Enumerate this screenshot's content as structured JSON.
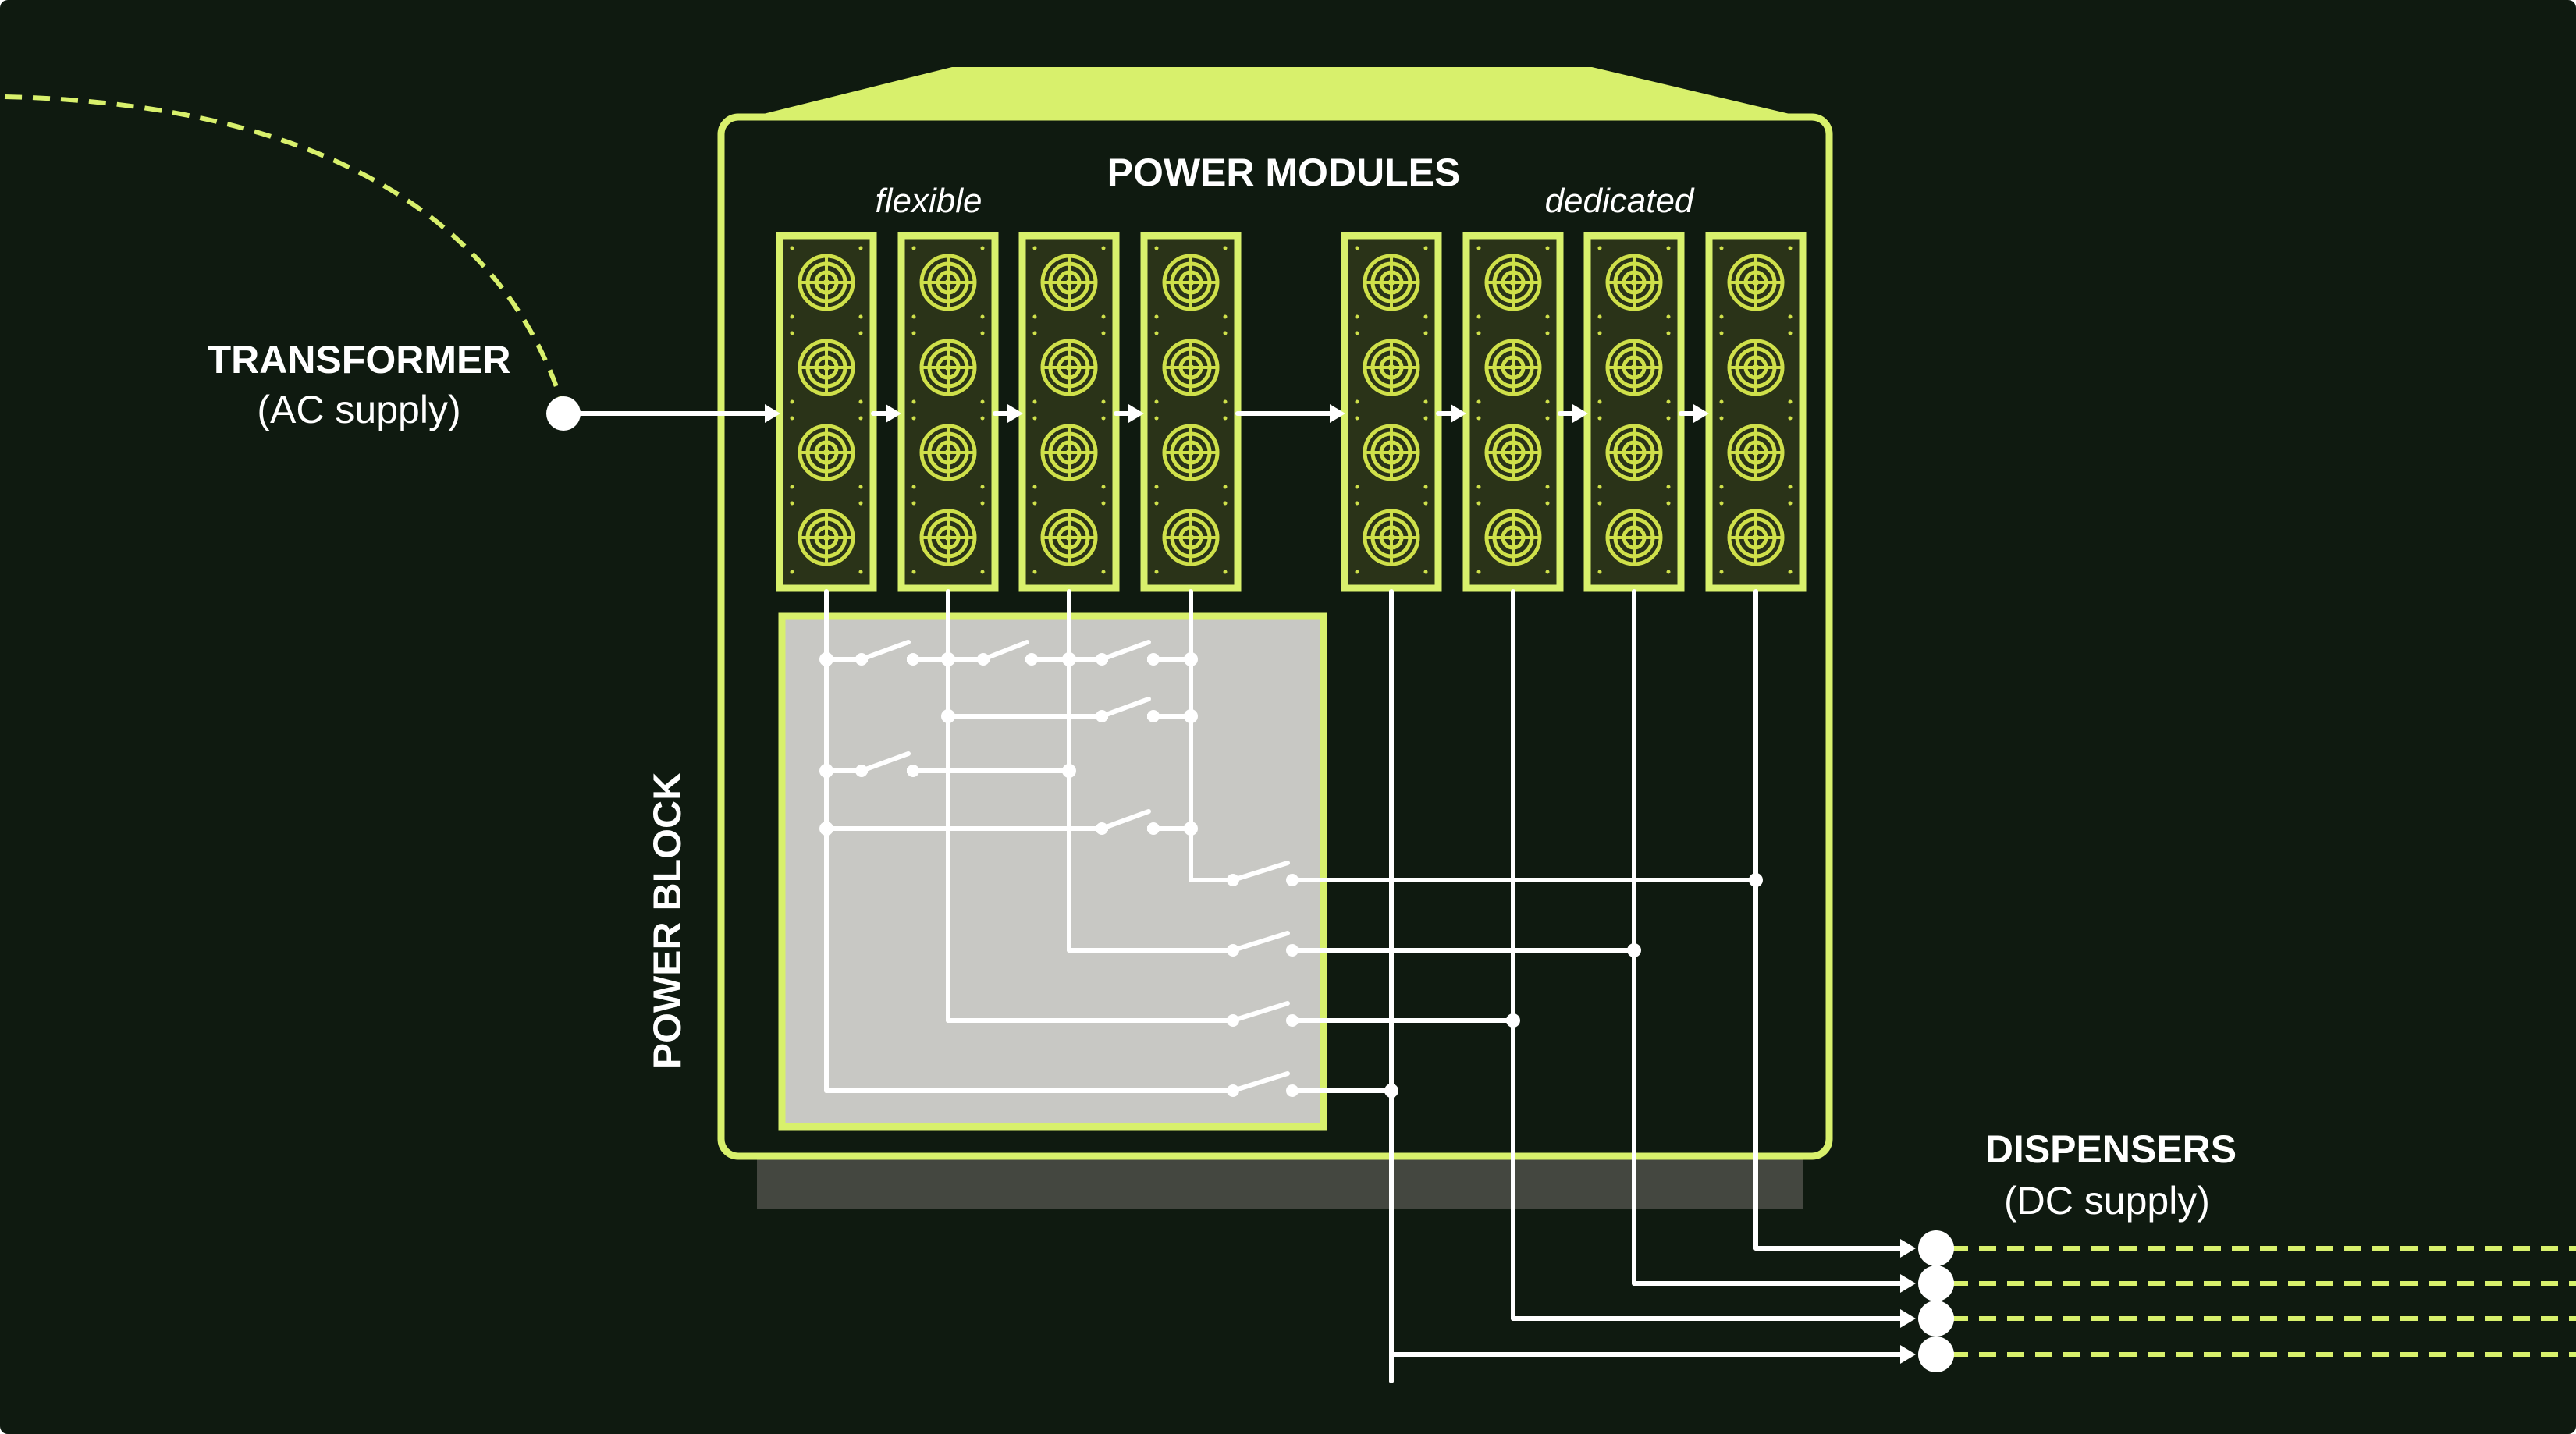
{
  "colors": {
    "background": "#0f1a10",
    "accent": "#d8f06c",
    "module_fill": "#2a3318",
    "fan": "#cfe04a",
    "switch_matrix": "#c8c8c4",
    "base": "#444740",
    "wire": "#ffffff"
  },
  "labels": {
    "transformer_title": "TRANSFORMER",
    "transformer_sub": "(AC supply)",
    "power_modules": "POWER MODULES",
    "flexible": "flexible",
    "dedicated": "dedicated",
    "power_block": "POWER BLOCK",
    "dispensers_title": "DISPENSERS",
    "dispensers_sub": "(DC supply)"
  },
  "diagram": {
    "module_groups": [
      {
        "label_key": "flexible",
        "module_count": 4,
        "fans_per_module": 4
      },
      {
        "label_key": "dedicated",
        "module_count": 4,
        "fans_per_module": 4
      }
    ],
    "dispenser_outputs": 4,
    "icons": [
      "fan-icon",
      "switch-icon",
      "arrow-icon",
      "connector-node-icon"
    ]
  }
}
